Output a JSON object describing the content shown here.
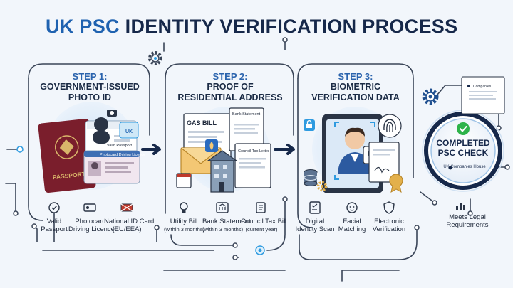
{
  "title": {
    "part1": "UK PSC",
    "part2": "IDENTITY VERIFICATION PROCESS"
  },
  "steps": [
    {
      "label": "STEP 1:",
      "line1": "GOVERNMENT-ISSUED",
      "line2": "PHOTO ID"
    },
    {
      "label": "STEP 2:",
      "line1": "PROOF OF",
      "line2": "RESIDENTIAL ADDRESS"
    },
    {
      "label": "STEP 3:",
      "line1": "BIOMETRIC",
      "line2": "VERIFICATION DATA"
    }
  ],
  "step1": {
    "passport": "PASSPORT",
    "valid_passport_tag": "Valid Passport",
    "licence_tag": "Photocard Driving Licence",
    "uk_tag": "UK",
    "items": [
      {
        "l1": "Valid",
        "l2": "Passport"
      },
      {
        "l1": "Photocard",
        "l2": "Driving Licence"
      },
      {
        "l1": "National ID Card",
        "l2": "(EU/EEA)"
      }
    ]
  },
  "step2": {
    "gas_bill": "GAS BILL",
    "bank_statement": "Bank Statement",
    "council_tax": "Council Tax Letter",
    "items": [
      {
        "l1": "Utility Bill",
        "l2": "(within 3 months)"
      },
      {
        "l1": "Bank Statement",
        "l2": "(within 3 months)"
      },
      {
        "l1": "Council Tax Bill",
        "l2": "(current year)"
      }
    ]
  },
  "step3": {
    "items": [
      {
        "l1": "Digital",
        "l2": "Identity Scan"
      },
      {
        "l1": "Facial",
        "l2": "Matching"
      },
      {
        "l1": "Electronic",
        "l2": "Verification"
      }
    ]
  },
  "badge": {
    "line1": "COMPLETED",
    "line2": "PSC CHECK",
    "org": "UK Companies House",
    "doc_tag": "Companies"
  },
  "legal": {
    "l1": "Meets Legal",
    "l2": "Requirements"
  },
  "colors": {
    "navy": "#16284a",
    "blue": "#1f62b0",
    "circuit": "#3a4558",
    "accent": "#2f9be0",
    "passport": "#7a1e2c",
    "check_green": "#2eb34a"
  }
}
